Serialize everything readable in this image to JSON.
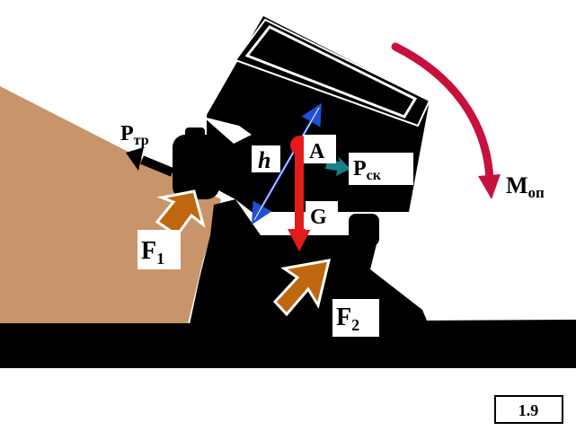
{
  "labels": {
    "point_a": "A",
    "height": "h",
    "weight": "G",
    "friction_main": "P",
    "friction_sub": "тр",
    "skid_main": "P",
    "skid_sub": "ск",
    "moment_main": "M",
    "moment_sub": "оп",
    "f1_main": "F",
    "f1_sub": "1",
    "f2_main": "F",
    "f2_sub": "2"
  },
  "figure_number": "1.9",
  "colors": {
    "slope": "#c8956a",
    "ground": "#000000",
    "weight_arrow": "#e31b1b",
    "moment_arrow": "#c8103c",
    "reaction_arrows": "#c0660f",
    "skid_arrow": "#1a7f86",
    "height_arrow": "#1f4fd8"
  }
}
